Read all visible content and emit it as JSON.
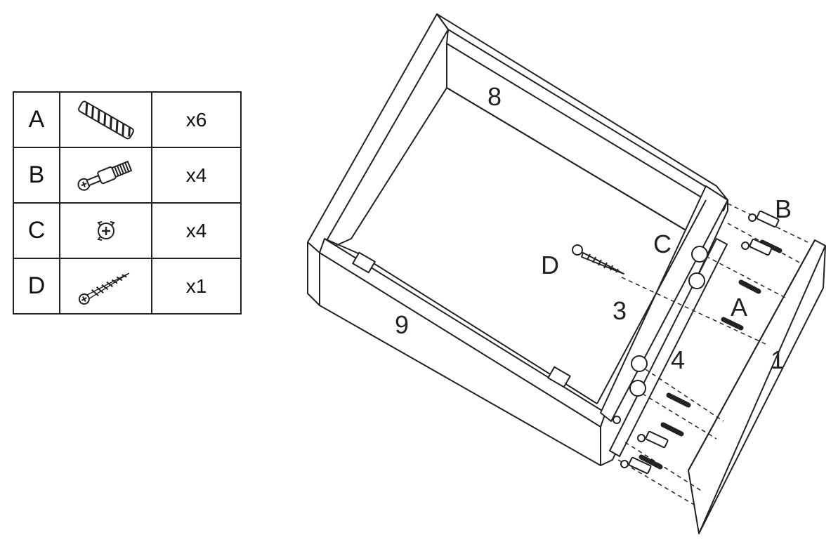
{
  "parts": [
    {
      "letter": "A",
      "icon": "dowel-icon",
      "quantity": "x6"
    },
    {
      "letter": "B",
      "icon": "cam-bolt-icon",
      "quantity": "x4"
    },
    {
      "letter": "C",
      "icon": "cam-lock-icon",
      "quantity": "x4"
    },
    {
      "letter": "D",
      "icon": "screw-icon",
      "quantity": "x1"
    }
  ],
  "diagram_labels": {
    "panel_back": "8",
    "panel_side": "9",
    "panel_side_right": "3",
    "panel_bottom": "4",
    "panel_front": "1",
    "part_a": "A",
    "part_b": "B",
    "part_c": "C",
    "part_d": "D"
  }
}
